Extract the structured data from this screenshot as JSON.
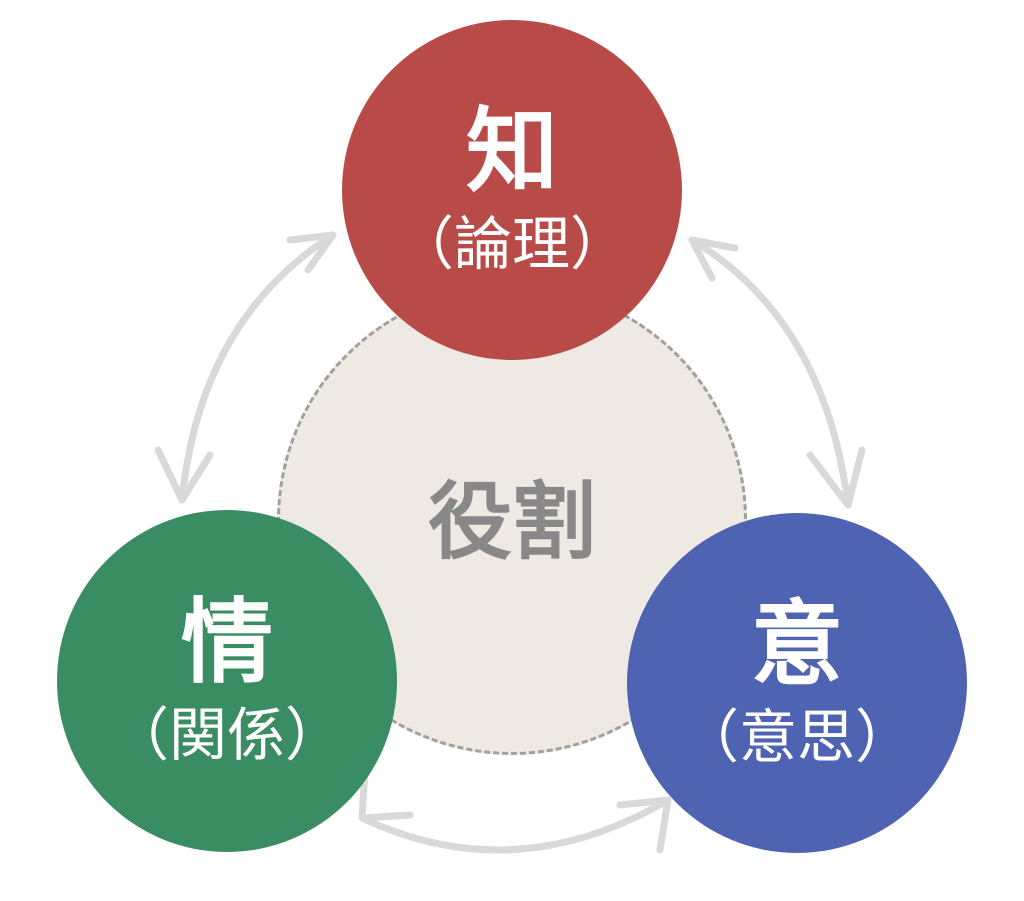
{
  "center": {
    "label": "役割"
  },
  "nodes": [
    {
      "main": "知",
      "sub": "（論理）",
      "color": "#b84a47"
    },
    {
      "main": "情",
      "sub": "（関係）",
      "color": "#3a8c63"
    },
    {
      "main": "意",
      "sub": "（意思）",
      "color": "#4f63b3"
    }
  ],
  "arrow_color": "#d9d9d9"
}
